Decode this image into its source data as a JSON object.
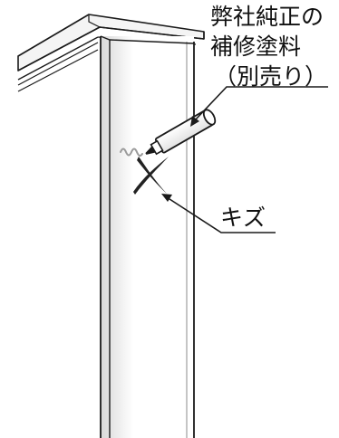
{
  "callouts": {
    "touch_up_paint": {
      "lines": [
        "弊社純正の",
        "補修塗料",
        "（別売り）"
      ]
    },
    "scratch": {
      "label": "キズ"
    }
  },
  "colors": {
    "line": "#1a1a1a",
    "post_fill": "#ffffff",
    "post_shade": "#d6d6d6",
    "scratch": "#222222",
    "paint_squiggle": "#9a9a9a"
  }
}
